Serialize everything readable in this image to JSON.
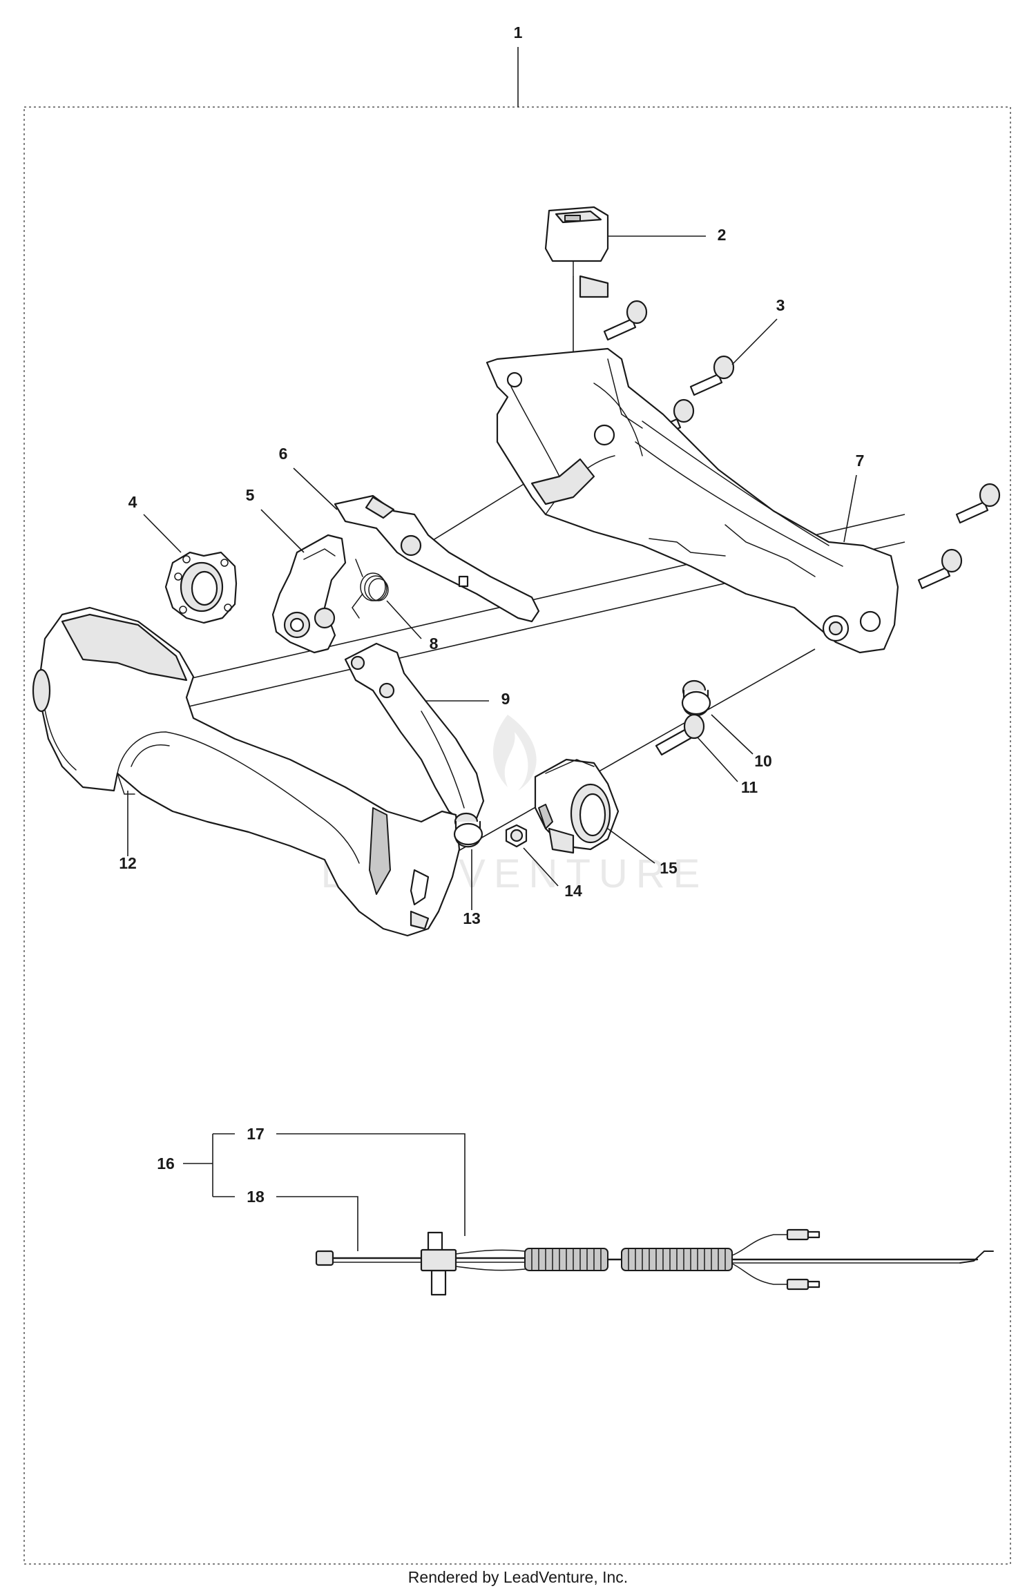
{
  "labels": {
    "l1": "1",
    "l2": "2",
    "l3": "3",
    "l4": "4",
    "l5": "5",
    "l6": "6",
    "l7": "7",
    "l8": "8",
    "l9": "9",
    "l10": "10",
    "l11": "11",
    "l12": "12",
    "l13": "13",
    "l14": "14",
    "l15": "15",
    "l16": "16",
    "l17": "17",
    "l18": "18"
  },
  "watermark": "LEADVENTURE",
  "footer": "Rendered by LeadVenture, Inc."
}
